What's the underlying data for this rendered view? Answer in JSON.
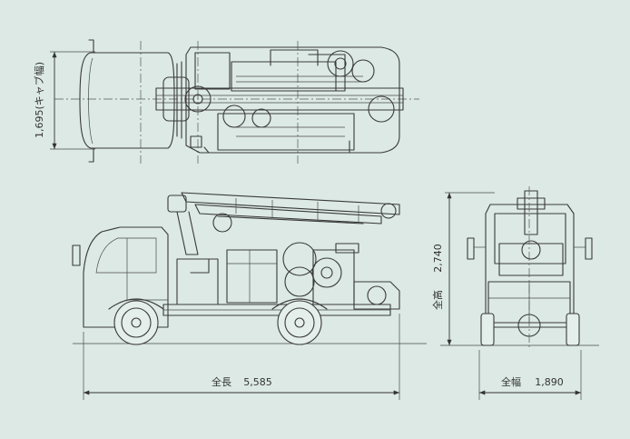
{
  "dimensions": {
    "cab_width": "1,695(キャブ幅)",
    "overall_height_label": "全高",
    "overall_height_value": "2,740",
    "overall_length_label": "全長",
    "overall_length_value": "5,585",
    "overall_width_label": "全幅",
    "overall_width_value": "1,890"
  },
  "colors": {
    "background": "#dce9e5",
    "line": "#3a3a3a"
  }
}
